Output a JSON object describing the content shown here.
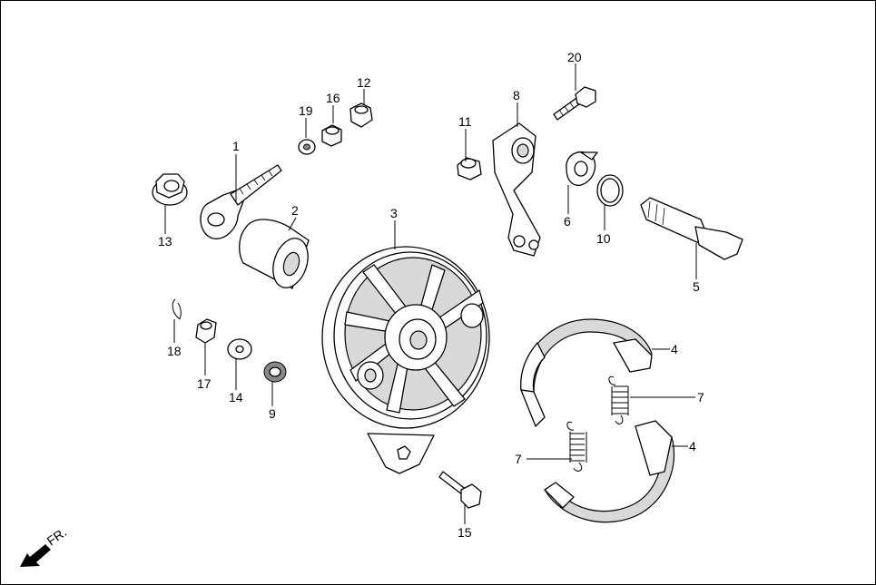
{
  "direction_label": "FR.",
  "callouts": [
    {
      "id": "c1",
      "text": "1"
    },
    {
      "id": "c2",
      "text": "2"
    },
    {
      "id": "c3",
      "text": "3"
    },
    {
      "id": "c4a",
      "text": "4"
    },
    {
      "id": "c4b",
      "text": "4"
    },
    {
      "id": "c5",
      "text": "5"
    },
    {
      "id": "c6",
      "text": "6"
    },
    {
      "id": "c7a",
      "text": "7"
    },
    {
      "id": "c7b",
      "text": "7"
    },
    {
      "id": "c8",
      "text": "8"
    },
    {
      "id": "c9",
      "text": "9"
    },
    {
      "id": "c10",
      "text": "10"
    },
    {
      "id": "c11",
      "text": "11"
    },
    {
      "id": "c12",
      "text": "12"
    },
    {
      "id": "c13",
      "text": "13"
    },
    {
      "id": "c14",
      "text": "14"
    },
    {
      "id": "c15",
      "text": "15"
    },
    {
      "id": "c16",
      "text": "16"
    },
    {
      "id": "c17",
      "text": "17"
    },
    {
      "id": "c18",
      "text": "18"
    },
    {
      "id": "c19",
      "text": "19"
    },
    {
      "id": "c20",
      "text": "20"
    }
  ]
}
